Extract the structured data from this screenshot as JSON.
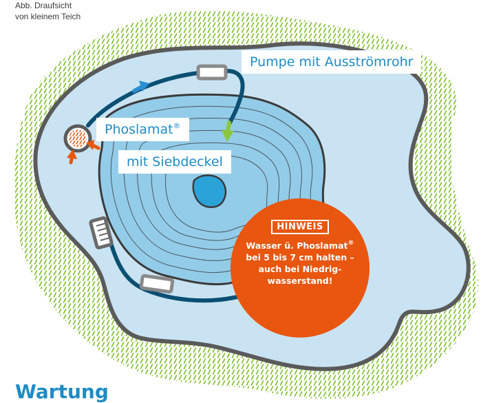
{
  "caption": {
    "line1": "Abb. Draufsicht",
    "line2": "von kleinem Teich"
  },
  "labels": {
    "pump": "Pumpe mit Ausströmrohr",
    "phoslamat": "Phoslamat",
    "phoslamat_mark": "®",
    "siebdeckel": "mit Siebdeckel"
  },
  "hinweis": {
    "badge": "HINWEIS",
    "line1": "Wasser ü. Phoslamat",
    "line1_mark": "®",
    "line2": "bei 5 bis 7 cm halten –",
    "line3": "auch bei Niedrig-",
    "line4": "wasserstand!"
  },
  "heading": "Wartung",
  "colors": {
    "pond_outer_fill": "#c9e3f2",
    "pond_outline": "#5a5a5a",
    "pond_inner_fill": "#93cce8",
    "deep_center": "#2aa3d8",
    "hose": "#0b4f73",
    "grass": "#7ebd2a",
    "flow_blue": "#2a8fd0",
    "flow_green": "#8cc63e",
    "flow_orange": "#e8560f",
    "accent_text": "#1e8cc4",
    "hinweis_bg": "#e8560f"
  },
  "icons": [
    "phoslamat-filter-icon",
    "pump-icon",
    "flow-arrow-icon"
  ]
}
